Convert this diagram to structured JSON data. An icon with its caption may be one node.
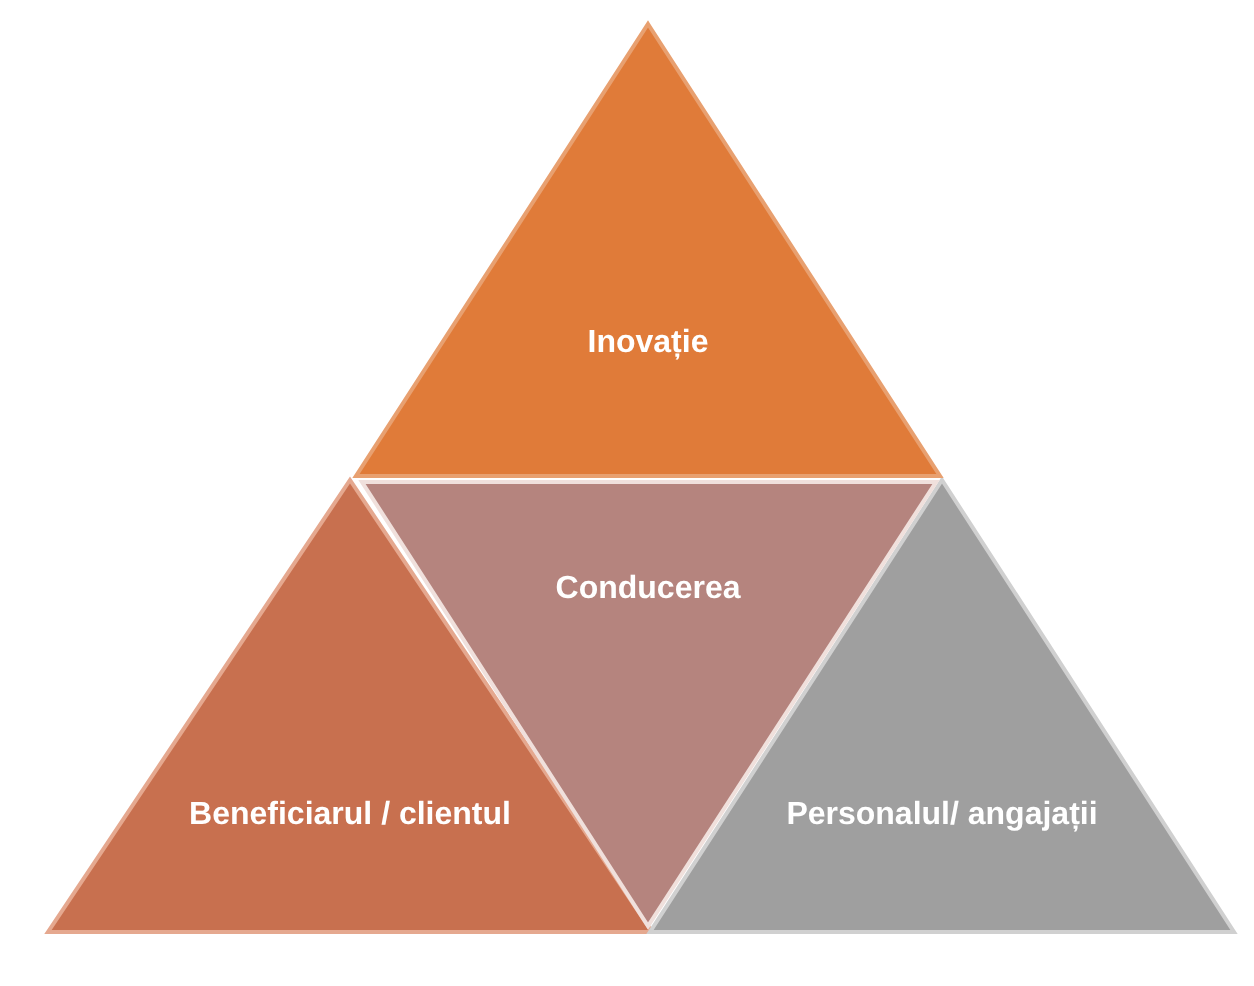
{
  "diagram": {
    "nodes": [
      {
        "text": [
          "Inovație"
        ]
      },
      {
        "text": [
          "Conducerea"
        ]
      },
      {
        "text": [
          "Beneficiarul / clientul"
        ]
      },
      {
        "text": [
          "Personalul/ angajații"
        ]
      }
    ]
  }
}
